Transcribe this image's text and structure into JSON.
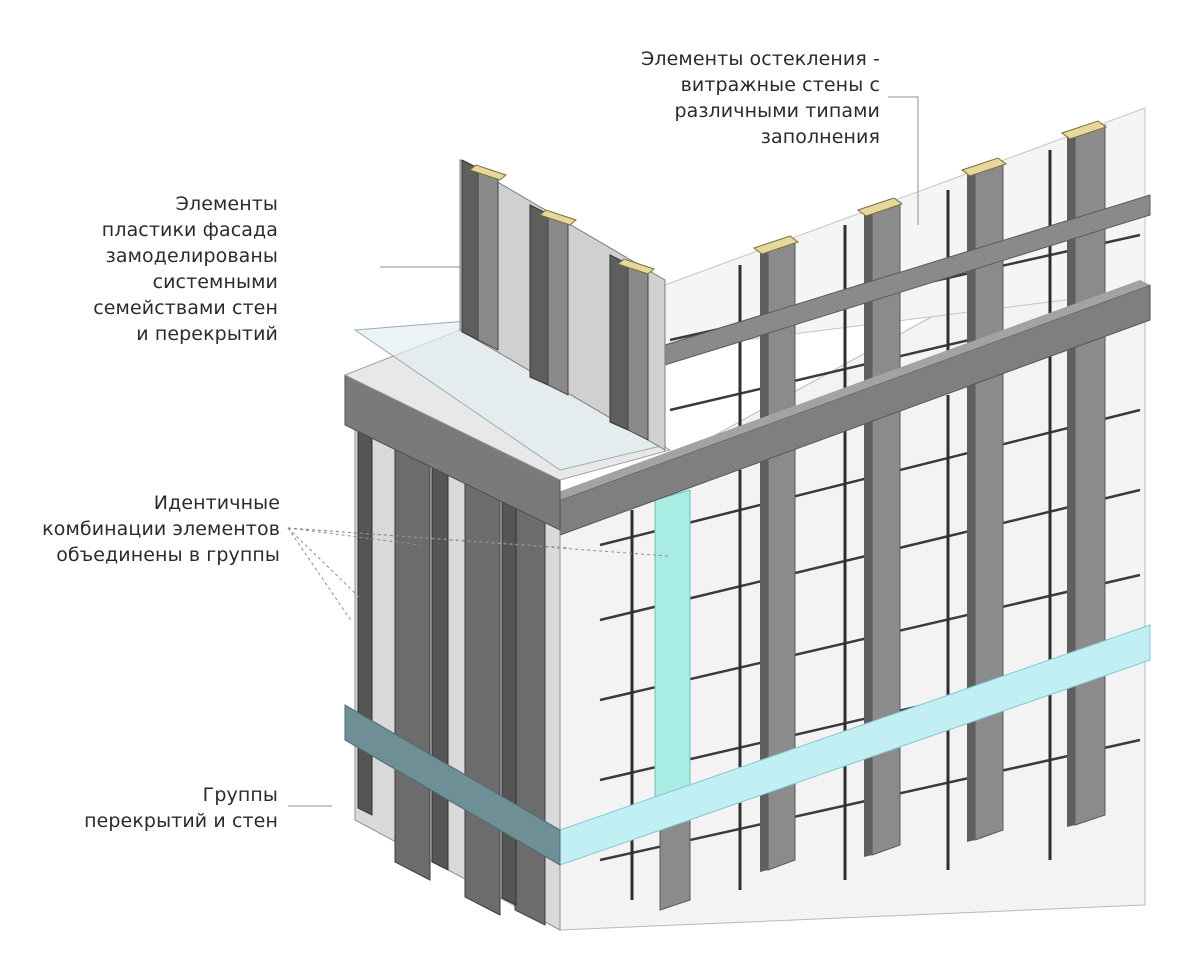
{
  "annotations": {
    "glazing": {
      "lines": [
        "Элементы остекления -",
        "витражные стены с",
        "различными типами",
        "заполнения"
      ]
    },
    "facade_plastics": {
      "lines": [
        "Элементы",
        "пластики фасада",
        "замоделированы",
        "системными",
        "семействами стен",
        "и перекрытий"
      ]
    },
    "identical_groups": {
      "lines": [
        "Идентичные",
        "комбинации элементов",
        "объединены в группы"
      ]
    },
    "floor_wall_groups": {
      "lines": [
        "Группы",
        "перекрытий и стен"
      ]
    }
  },
  "colors": {
    "pier": "#8a8a8a",
    "pier_dark": "#5e5e5e",
    "pier_side": "#4a4a4a",
    "wall": "#f4f4f4",
    "wall_shade": "#e4e4e4",
    "slab": "#7c7c7c",
    "slab_top": "#9a9a9a",
    "highlight_band": "#bfeef2",
    "highlight_band_dark": "#6f8f96",
    "highlight_pier": "#a5ece3",
    "parapet_glass": "#e2eef0",
    "insulation": "#e6d79a",
    "text": "#2b2b2b",
    "leader": "#9a9a9a"
  }
}
